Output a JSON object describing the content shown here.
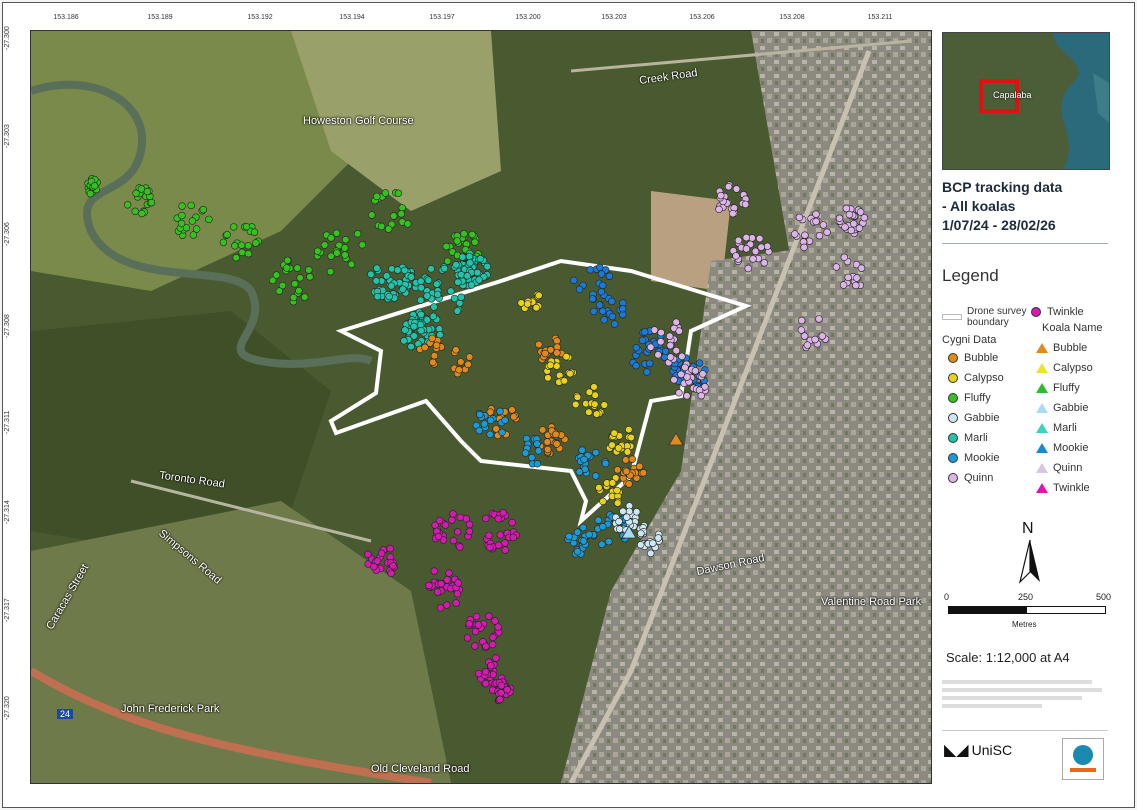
{
  "axis": {
    "top_ticks": [
      "153.186",
      "153.189",
      "153.192",
      "153.194",
      "153.197",
      "153.200",
      "153.203",
      "153.206",
      "153.208",
      "153.211"
    ],
    "left_ticks": [
      "-27.300",
      "-27.303",
      "-27.306",
      "-27.308",
      "-27.311",
      "-27.314",
      "-27.317",
      "-27.320"
    ]
  },
  "map_labels": {
    "golf": "Howeston Golf Course",
    "creek_road": "Creek Road",
    "toronto_road": "Toronto Road",
    "john_park": "John Frederick Park",
    "valentine_park": "Valentine Road Park",
    "dawson": "Dawson Road",
    "caracas": "Caracas Street",
    "simpsons": "Simpsons Road",
    "old_cleveland": "Old Cleveland Road",
    "road_badge": "24"
  },
  "inset": {
    "label": "Capalaba"
  },
  "title": {
    "line1": "BCP tracking data",
    "line2": "- All koalas",
    "line3": "1/07/24 - 28/02/26"
  },
  "legend": {
    "title": "Legend",
    "boundary_label": "Drone survey boundary",
    "cygni_header": "Cygni Data",
    "koala_header": "Koala Name",
    "cygni": [
      {
        "name": "Bubble",
        "color": "#e08a1a"
      },
      {
        "name": "Calypso",
        "color": "#e8d21a"
      },
      {
        "name": "Fluffy",
        "color": "#36c21e"
      },
      {
        "name": "Gabbie",
        "color": "#cde8f5"
      },
      {
        "name": "Marli",
        "color": "#21c4a8"
      },
      {
        "name": "Mookie",
        "color": "#1a9ad6"
      },
      {
        "name": "Quinn",
        "color": "#dcb4e8"
      }
    ],
    "twinkle_dot": {
      "name": "Twinkle",
      "color": "#d41ab0"
    },
    "koala": [
      {
        "name": "Bubble",
        "color": "#e08a1a"
      },
      {
        "name": "Calypso",
        "color": "#e8e23a"
      },
      {
        "name": "Fluffy",
        "color": "#2ebd2a"
      },
      {
        "name": "Gabbie",
        "color": "#a8dcf0"
      },
      {
        "name": "Marli",
        "color": "#3cd4c0"
      },
      {
        "name": "Mookie",
        "color": "#1a8ad0"
      },
      {
        "name": "Quinn",
        "color": "#d8c4e6"
      },
      {
        "name": "Twinkle",
        "color": "#d41ab0"
      }
    ]
  },
  "north": "N",
  "scalebar": {
    "ticks": [
      "0",
      "250",
      "500"
    ],
    "unit": "Metres"
  },
  "scale_text": "Scale: 1:12,000 at A4",
  "logos": {
    "unisc": "UniSC"
  }
}
